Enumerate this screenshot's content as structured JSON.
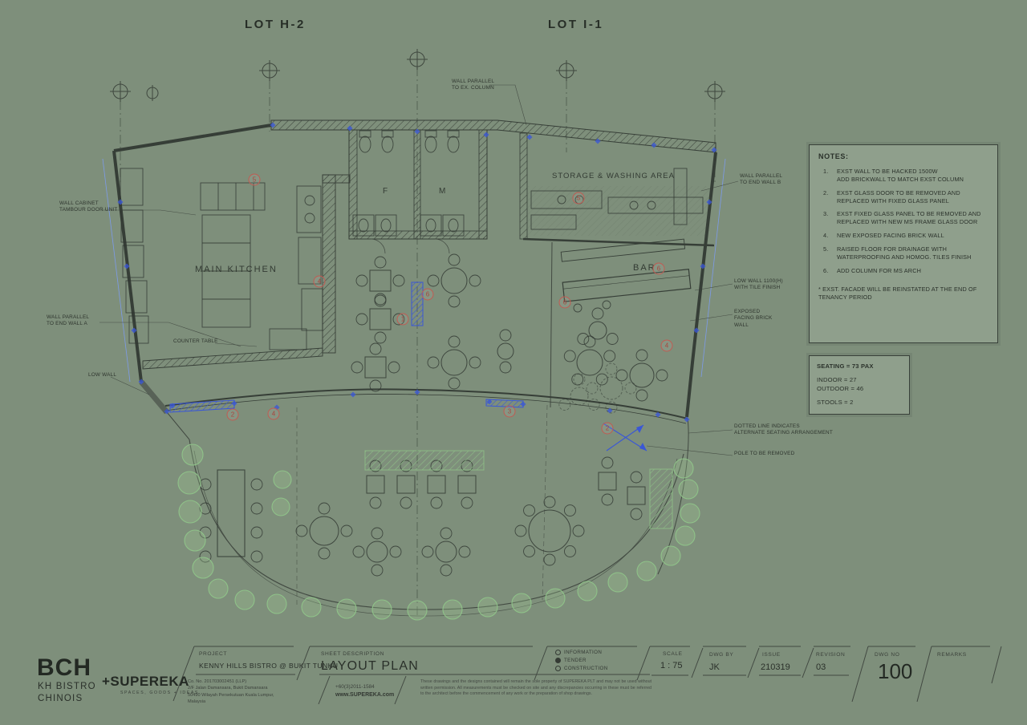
{
  "lots": {
    "left": "LOT H-2",
    "right": "LOT I-1"
  },
  "plan": {
    "rooms": {
      "kitchen": "MAIN KITCHEN",
      "toilet_f": "F",
      "toilet_m": "M",
      "storage": "STORAGE & WASHING AREA",
      "bar": "BAR"
    },
    "annotations": {
      "wall_parallel_column": "WALL PARALLEL\nTO EX. COLUMN",
      "wall_cabinet": "WALL CABINET\nTAMBOUR DOOR UNIT",
      "counter_table": "COUNTER TABLE",
      "wall_parallel_a": "WALL PARALLEL\nTO END WALL A",
      "low_wall": "LOW WALL",
      "wall_parallel_b": "WALL PARALLEL\nTO END WALL B",
      "low_wall_tile": "LOW WALL 1100(H)\nWITH TILE FINISH",
      "exposed_brick": "EXPOSED\nFACING BRICK\nWALL",
      "dotted_line": "DOTTED LINE INDICATES\nALTERNATE SEATING ARRANGEMENT",
      "pole_removed": "POLE TO BE REMOVED"
    },
    "keynotes": [
      {
        "n": "5"
      },
      {
        "n": "4"
      },
      {
        "n": "1"
      },
      {
        "n": "6"
      },
      {
        "n": "5"
      },
      {
        "n": "6"
      },
      {
        "n": "6"
      },
      {
        "n": "4"
      },
      {
        "n": "2"
      },
      {
        "n": "4"
      },
      {
        "n": "3"
      },
      {
        "n": "2"
      }
    ]
  },
  "notes": {
    "title": "NOTES:",
    "items": [
      {
        "no": "1.",
        "text": "EXST WALL TO BE HACKED 1500W\nADD BRICKWALL TO MATCH EXST COLUMN"
      },
      {
        "no": "2.",
        "text": "EXST GLASS DOOR TO BE REMOVED AND\nREPLACED WITH FIXED GLASS PANEL"
      },
      {
        "no": "3.",
        "text": "EXST FIXED GLASS PANEL TO BE REMOVED AND\nREPLACED WITH NEW MS FRAME GLASS DOOR"
      },
      {
        "no": "4.",
        "text": "NEW EXPOSED FACING BRICK WALL"
      },
      {
        "no": "5.",
        "text": "RAISED FLOOR FOR DRAINAGE WITH\nWATERPROOFING AND HOMOG. TILES FINISH"
      },
      {
        "no": "6.",
        "text": "ADD COLUMN FOR MS ARCH"
      }
    ],
    "footnote": "* EXST. FACADE WILL BE REINSTATED AT THE END OF\nTENANCY PERIOD"
  },
  "seating": {
    "total": "SEATING = 73 PAX",
    "indoor": "INDOOR = 27",
    "outdoor": "OUTDOOR = 46",
    "stools": "STOOLS = 2"
  },
  "titleblock": {
    "logo": "BCH",
    "logo_sub1": "KH BISTRO",
    "logo_sub2": "CHINOIS",
    "brand": "+SUPEREKA",
    "brand_tagline": "SPACES, GOODS + IDEAS",
    "project_label": "PROJECT",
    "project": "KENNY HILLS BISTRO @ BUKIT TUNKU",
    "address": "Co. No. 201703002451 (LLP)\n2/F Jalan Damansara, Bukit Damansara\n50490 Wilayah Persekutuan Kuala Lumpur,\nMalaysia",
    "sheet_label": "SHEET DESCRIPTION",
    "sheet": "LAYOUT PLAN",
    "phone": "+60(3)2011-1584",
    "web": "www.SUPEREKA.com",
    "disclaimer": "These drawings and the designs contained will remain the sole property of SUPEREKA PLT and may not be used without written permission. All measurements must be checked on site and any discrepancies occurring in these must be referred to the architect before the commencement of any work or the preparation of shop drawings.",
    "status": [
      {
        "label": "INFORMATION",
        "checked": false
      },
      {
        "label": "TENDER",
        "checked": true
      },
      {
        "label": "CONSTRUCTION",
        "checked": false
      }
    ],
    "scale_label": "SCALE",
    "scale": "1 : 75",
    "dwgby_label": "DWG BY",
    "dwgby": "JK",
    "issue_label": "ISSUE",
    "issue": "210319",
    "revision_label": "REVISION",
    "revision": "03",
    "dwgno_label": "DWG NO",
    "dwgno": "100",
    "remarks_label": "REMARKS"
  }
}
